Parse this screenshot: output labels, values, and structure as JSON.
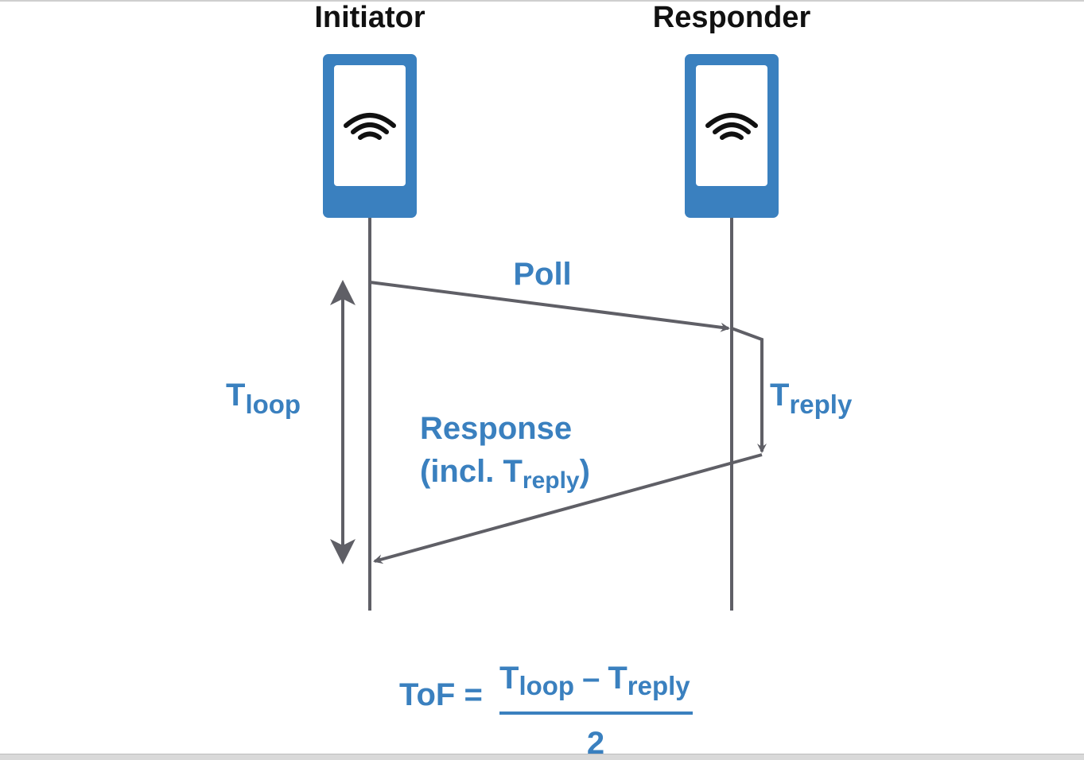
{
  "diagram": {
    "initiator": {
      "title": "Initiator"
    },
    "responder": {
      "title": "Responder"
    },
    "messages": {
      "poll": "Poll",
      "response_line1": "Response",
      "response_open": "(incl. T",
      "response_sub": "reply",
      "response_close": ")"
    },
    "t_loop": {
      "base": "T",
      "sub": "loop"
    },
    "t_reply": {
      "base": "T",
      "sub": "reply"
    },
    "formula": {
      "lhs": "ToF =",
      "num_t1": "T",
      "num_sub1": "loop",
      "minus": "–",
      "num_t2": "T",
      "num_sub2": "reply",
      "denominator": "2"
    },
    "colors": {
      "accent": "#3a80bf",
      "arrow": "#5f5f66",
      "text_dark": "#111111",
      "screen": "#ffffff"
    }
  }
}
